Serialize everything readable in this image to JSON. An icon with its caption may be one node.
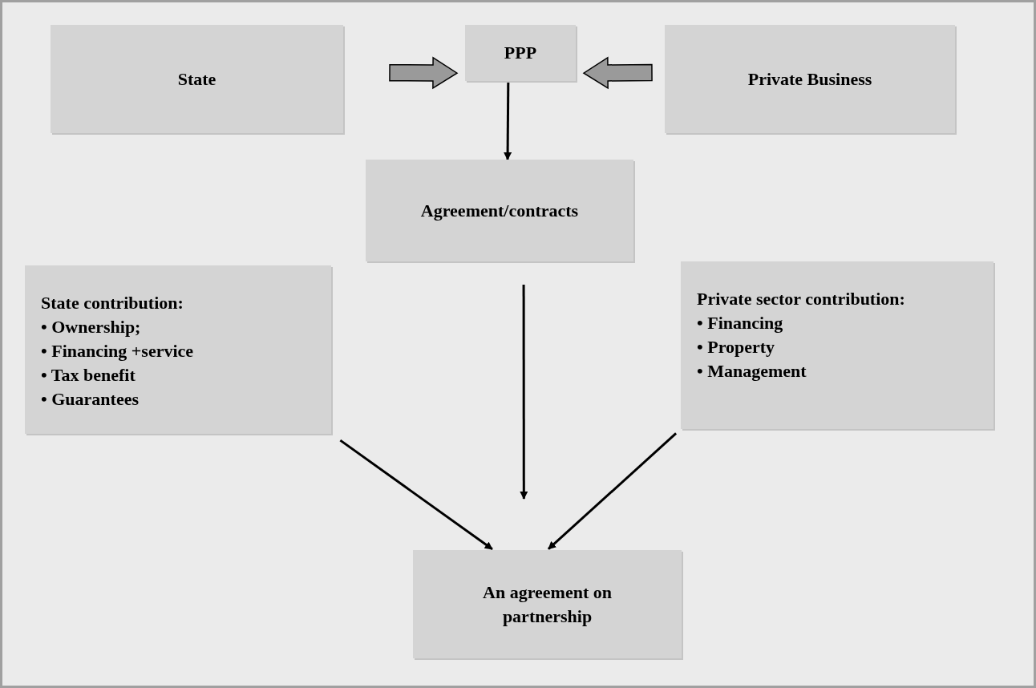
{
  "diagram": {
    "nodes": [
      {
        "text": [
          "State"
        ]
      },
      {
        "text": [
          "PPP"
        ]
      },
      {
        "text": [
          "Private Business"
        ]
      },
      {
        "text": [
          "Agreement/contracts"
        ]
      },
      {
        "text": [
          "State contribution:",
          "• Ownership;",
          "• Financing +service",
          "• Tax benefit",
          "• Guarantees"
        ]
      },
      {
        "text": [
          "Private sector contribution:",
          "• Financing",
          "• Property",
          "• Management"
        ]
      },
      {
        "text": [
          "An agreement on partnership"
        ]
      }
    ],
    "edges": [
      {
        "from": 0,
        "to": 1,
        "arrow": "to",
        "style": "thick"
      },
      {
        "from": 2,
        "to": 1,
        "arrow": "to",
        "style": "thick"
      },
      {
        "from": 1,
        "to": 3,
        "arrow": "to"
      },
      {
        "from": 3,
        "to": 6,
        "arrow": "to"
      },
      {
        "from": 4,
        "to": 6,
        "arrow": "to"
      },
      {
        "from": 5,
        "to": 6,
        "arrow": "to"
      }
    ]
  }
}
